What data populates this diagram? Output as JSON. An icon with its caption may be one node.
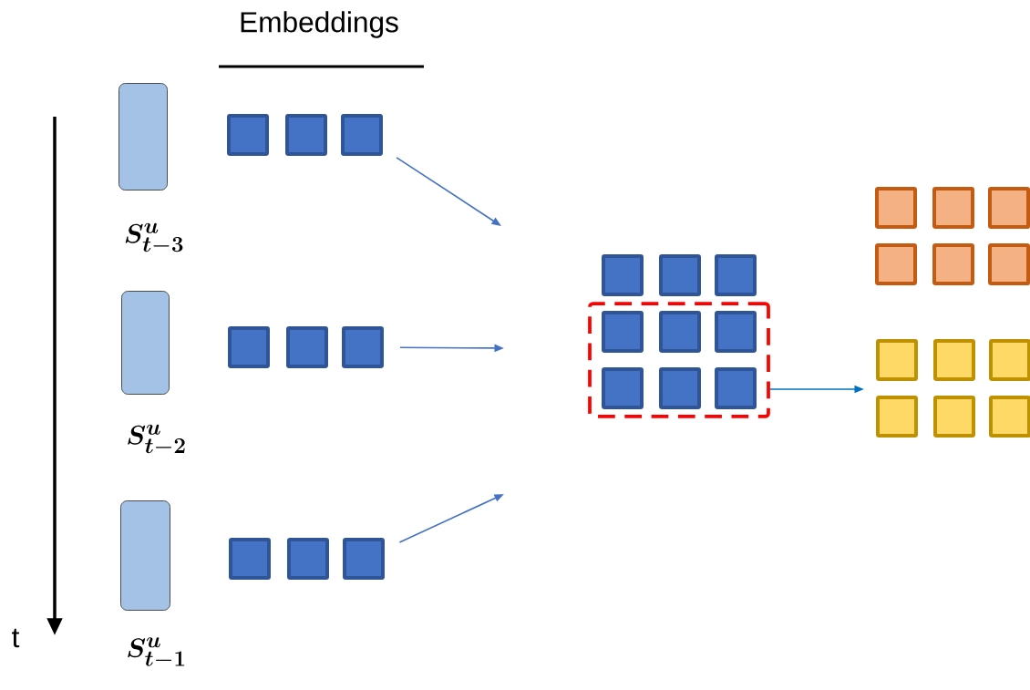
{
  "diagram": {
    "nodes": [
      {
        "text": [],
        "shape": "box",
        "beside": [
          "\\boldsymbol{S^{u}_{t-3}}"
        ]
      },
      {
        "text": [],
        "shape": "box"
      },
      {
        "text": [],
        "shape": "box"
      },
      {
        "text": [],
        "shape": "box"
      },
      {
        "text": [],
        "shape": "box",
        "beside": [
          "\\boldsymbol{S^{u}_{t-2}}"
        ]
      },
      {
        "text": [],
        "shape": "box"
      },
      {
        "text": [],
        "shape": "box"
      },
      {
        "text": [],
        "shape": "box"
      },
      {
        "text": [],
        "shape": "box",
        "beside": [
          "\\boldsymbol{S^{u}_{t-1}}"
        ]
      },
      {
        "text": [],
        "shape": "box"
      },
      {
        "text": [],
        "shape": "box"
      },
      {
        "text": [],
        "shape": "box"
      },
      {
        "text": [],
        "shape": "box"
      },
      {
        "text": [],
        "shape": "box"
      },
      {
        "text": [],
        "shape": "box"
      },
      {
        "text": [],
        "shape": "box"
      },
      {
        "text": [],
        "shape": "box",
        "in": 15
      },
      {
        "text": [],
        "shape": "box",
        "in": 15
      },
      {
        "text": [],
        "shape": "box",
        "in": 15
      },
      {
        "text": [],
        "shape": "box",
        "in": 15
      },
      {
        "text": [],
        "shape": "box",
        "in": 15
      },
      {
        "text": [],
        "shape": "box",
        "in": 15
      },
      {
        "text": [],
        "shape": "box"
      },
      {
        "text": [],
        "shape": "box"
      },
      {
        "text": [],
        "shape": "box"
      },
      {
        "text": [],
        "shape": "box"
      },
      {
        "text": [],
        "shape": "box"
      },
      {
        "text": [],
        "shape": "box"
      },
      {
        "text": [],
        "shape": "box"
      },
      {
        "text": [],
        "shape": "box"
      },
      {
        "text": [],
        "shape": "box"
      },
      {
        "text": [],
        "shape": "box"
      },
      {
        "text": [],
        "shape": "box"
      },
      {
        "text": [],
        "shape": "box"
      }
    ],
    "edges": [
      {
        "from": 3,
        "to": null,
        "arrow": "to"
      },
      {
        "from": 7,
        "to": null,
        "arrow": "to"
      },
      {
        "from": 11,
        "to": null,
        "arrow": "to"
      },
      {
        "from": 15,
        "to": null,
        "arrow": "to",
        "color": "#0070c0"
      }
    ],
    "labels": [
      "Embeddings",
      "t"
    ]
  }
}
